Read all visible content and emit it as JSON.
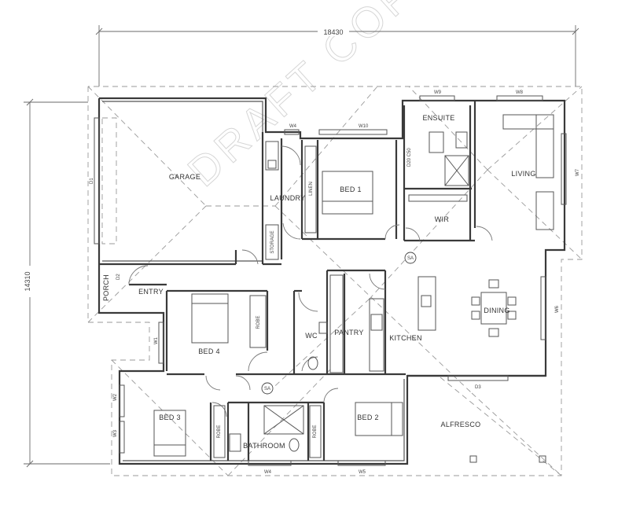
{
  "dimensions": {
    "width": "18430",
    "height": "14310"
  },
  "watermark": "DRAFT COPY",
  "rooms": {
    "garage": "GARAGE",
    "laundry": "LAUNDRY",
    "bed1": "BED 1",
    "ensuite": "ENSUITE",
    "wir": "WIR",
    "living": "LIVING",
    "entry": "ENTRY",
    "porch": "PORCH",
    "bed4": "BED 4",
    "wc": "WC",
    "pantry": "PANTRY",
    "kitchen": "KITCHEN",
    "dining": "DINING",
    "bed3": "BED 3",
    "bathroom": "BATHROOM",
    "bed2": "BED 2",
    "alfresco": "ALFRESCO"
  },
  "fixtures": {
    "linen": "LINEN",
    "storage": "STORAGE",
    "robe": "ROBE",
    "sa": "SA"
  },
  "openings": {
    "w4_top": "W4",
    "w10": "W10",
    "w9": "W9",
    "w8": "W8",
    "w7": "W7",
    "w6": "W6",
    "d1": "D1",
    "d2": "D2",
    "w1": "W1",
    "w2": "W2",
    "w3": "W3",
    "w4_bottom": "W4",
    "w5": "W5",
    "d3": "D3",
    "d20_c50": "D20 C50"
  }
}
